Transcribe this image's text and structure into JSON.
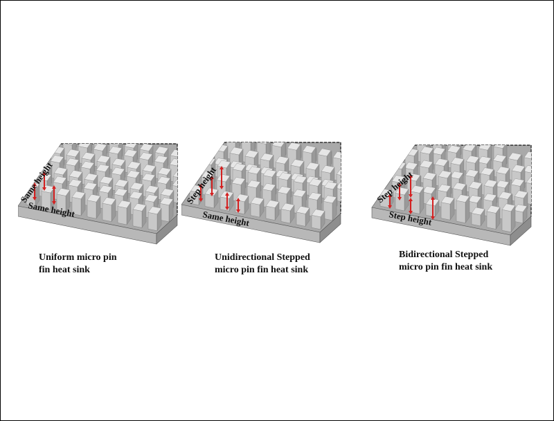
{
  "panels": [
    {
      "id": "uniform",
      "label_depth": "Same height",
      "label_front": "Same height",
      "caption_line1": "Uniform micro pin",
      "caption_line2": "fin heat sink"
    },
    {
      "id": "unidirectional",
      "label_depth": "Step height",
      "label_front": "Same height",
      "caption_line1": "Unidirectional Stepped",
      "caption_line2": "micro pin fin heat sink"
    },
    {
      "id": "bidirectional",
      "label_depth": "Step height",
      "label_front": "Step height",
      "caption_line1": "Bidirectional Stepped",
      "caption_line2": "micro pin fin heat sink"
    }
  ],
  "colors": {
    "arrow": "#d42020",
    "surface": "#a9a9a9",
    "pin_front": "#c8c8c8",
    "pin_top": "#e6e6e6",
    "pin_side": "#9a9a9a"
  }
}
